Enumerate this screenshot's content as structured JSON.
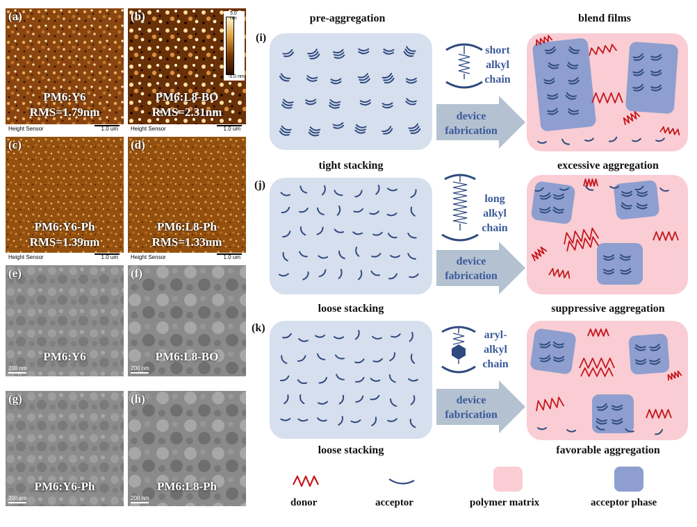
{
  "afm_panels": [
    {
      "label": "(a)",
      "sample": "PM6:Y6",
      "rms": "RMS=1.79nm"
    },
    {
      "label": "(b)",
      "sample": "PM6:L8-BO",
      "rms": "RMS=2.31nm"
    },
    {
      "label": "(c)",
      "sample": "PM6:Y6-Ph",
      "rms": "RMS=1.39nm"
    },
    {
      "label": "(d)",
      "sample": "PM6:L8-Ph",
      "rms": "RMS=1.33nm"
    }
  ],
  "afm_footer": {
    "sensor": "Height Sensor",
    "scale": "1.0 um"
  },
  "colorbar": {
    "max": "5.0 nm",
    "min": "-5.0 nm"
  },
  "tem_panels": [
    {
      "label": "(e)",
      "sample": "PM6:Y6"
    },
    {
      "label": "(f)",
      "sample": "PM6:L8-BO"
    },
    {
      "label": "(g)",
      "sample": "PM6:Y6-Ph"
    },
    {
      "label": "(h)",
      "sample": "PM6:L8-Ph"
    }
  ],
  "tem_scale": "200 nm",
  "schematic": {
    "col_left_top": "pre-aggregation",
    "col_right_top": "blend films",
    "rows": [
      {
        "label": "(i)",
        "chain": [
          "short",
          "alkyl",
          "chain"
        ],
        "left_caption": "",
        "right_caption": ""
      },
      {
        "label": "(j)",
        "chain": [
          "long",
          "alkyl",
          "chain"
        ],
        "left_caption": "tight stacking",
        "right_caption": "excessive aggregation"
      },
      {
        "label": "(k)",
        "chain": [
          "aryl-",
          "alkyl",
          "chain"
        ],
        "left_caption": "loose stacking",
        "right_caption": "suppressive aggregation"
      }
    ],
    "bottom_left_caption": "loose stacking",
    "bottom_right_caption": "favorable aggregation",
    "arrow_text": [
      "device",
      "fabrication"
    ]
  },
  "legend": {
    "donor": "donor",
    "acceptor": "acceptor",
    "matrix": "polymer matrix",
    "phase": "acceptor phase"
  },
  "colors": {
    "donor": "#c4161c",
    "acceptor": "#2f4a7f",
    "matrix": "#f9cdd3",
    "phase": "#8e9fcf",
    "pre_box": "#d6dfee",
    "arrow": "#b4c1d1"
  }
}
